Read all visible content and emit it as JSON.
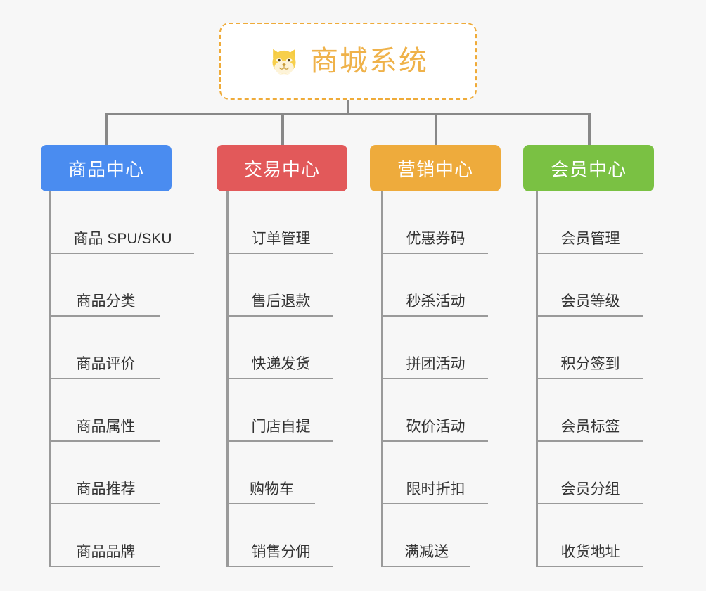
{
  "diagram": {
    "type": "org-tree",
    "background_color": "#f7f7f7",
    "root": {
      "title": "商城系统",
      "icon": "shiba-dog-face-icon",
      "border_color": "#efab39",
      "text_color": "#efb24a",
      "fill_color": "#ffffff"
    },
    "connector_color": "#888888",
    "leaf_line_color": "#9a9a9a",
    "leaf_text_color": "#333333",
    "categories": [
      {
        "label": "商品中心",
        "color": "#4a8cf0",
        "items": [
          "商品 SPU/SKU",
          "商品分类",
          "商品评价",
          "商品属性",
          "商品推荐",
          "商品品牌"
        ]
      },
      {
        "label": "交易中心",
        "color": "#e2595a",
        "items": [
          "订单管理",
          "售后退款",
          "快递发货",
          "门店自提",
          "购物车",
          "销售分佣"
        ]
      },
      {
        "label": "营销中心",
        "color": "#eeab3c",
        "items": [
          "优惠券码",
          "秒杀活动",
          "拼团活动",
          "砍价活动",
          "限时折扣",
          "满减送"
        ]
      },
      {
        "label": "会员中心",
        "color": "#7ac143",
        "items": [
          "会员管理",
          "会员等级",
          "积分签到",
          "会员标签",
          "会员分组",
          "收货地址"
        ]
      }
    ]
  }
}
